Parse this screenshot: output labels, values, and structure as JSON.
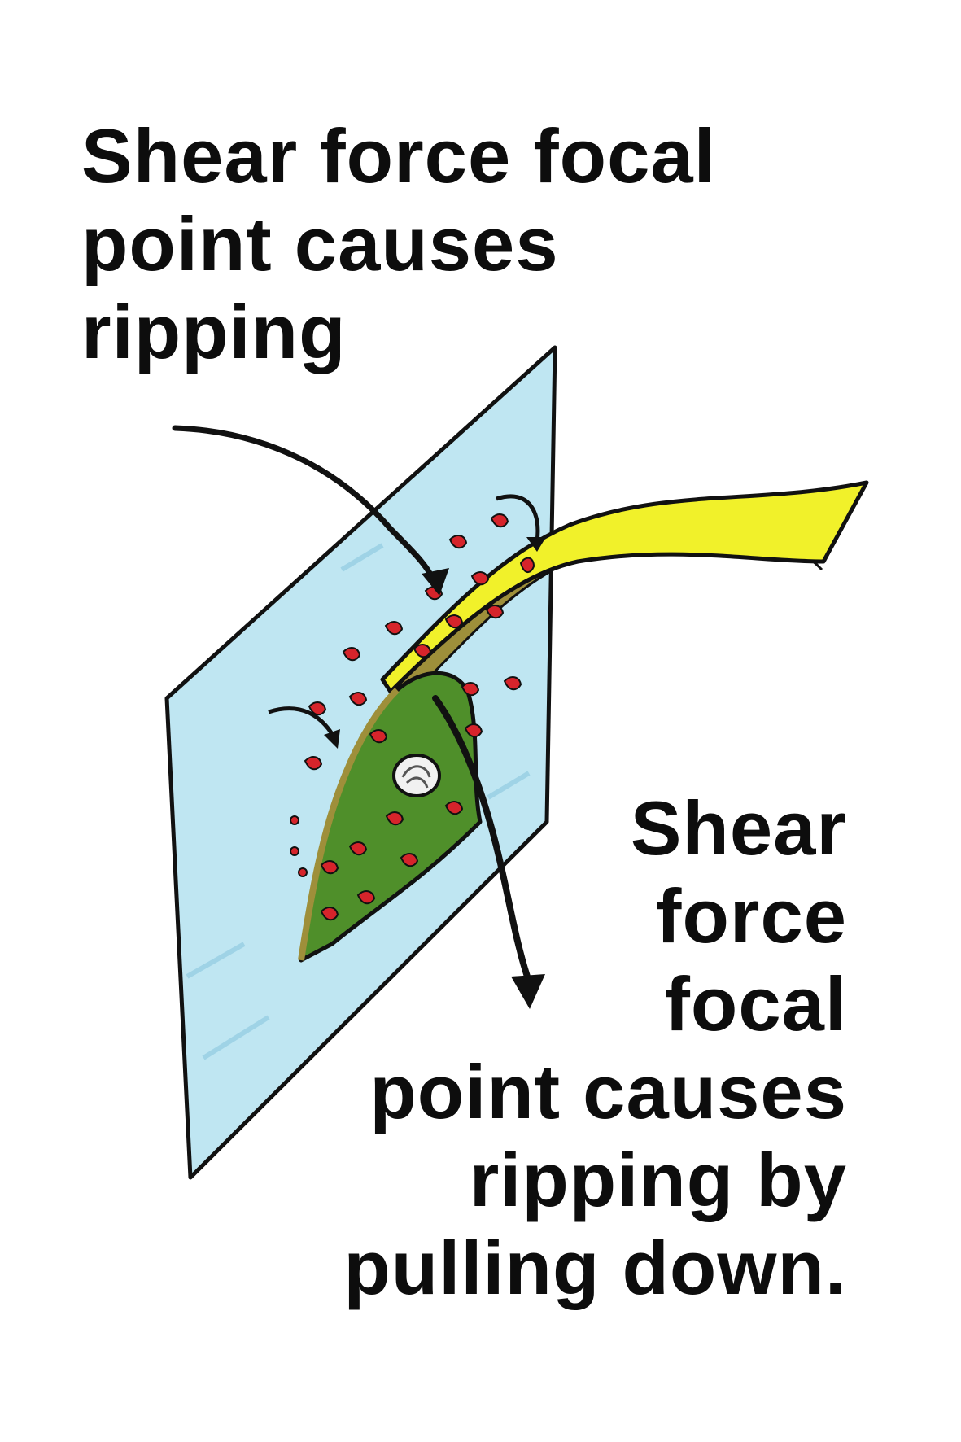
{
  "annotations": {
    "top": [
      "Shear force focal",
      "point causes",
      "ripping"
    ],
    "bottom": [
      "Shear",
      "force",
      "focal",
      "point causes",
      "ripping  by",
      "pulling down."
    ]
  },
  "colors": {
    "membrane": "#bfe6f2",
    "tape": "#f1f12a",
    "tape_edge": "#9e8f3a",
    "torn_flap": "#4f8f2a",
    "blood": "#d6242b",
    "ink": "#111111"
  },
  "icons": [
    "down-arrow-icon",
    "curved-arrow-icon"
  ]
}
